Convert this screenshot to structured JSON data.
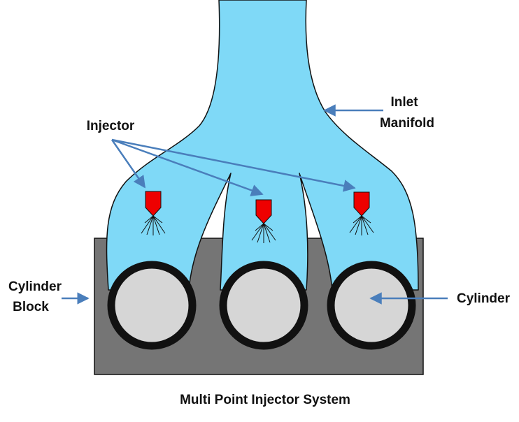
{
  "diagram": {
    "title": "Multi Point Injector System",
    "labels": {
      "injector": "Injector",
      "inlet_line1": "Inlet",
      "inlet_line2": "Manifold",
      "cylinder_block_line1": "Cylinder",
      "cylinder_block_line2": "Block",
      "cylinder": "Cylinder"
    },
    "colors": {
      "manifold_fill": "#7FD9F7",
      "block_fill": "#757575",
      "cylinder_ring": "#111111",
      "cylinder_bore": "#D6D6D6",
      "injector_fill": "#EE0000",
      "arrow": "#4A7EBB",
      "outline": "#111111",
      "background": "#FFFFFF"
    },
    "components": {
      "cylinders": 3,
      "injectors": 3
    },
    "icons": [
      "arrow-icon",
      "injector-nozzle-icon",
      "fuel-spray-icon"
    ]
  }
}
